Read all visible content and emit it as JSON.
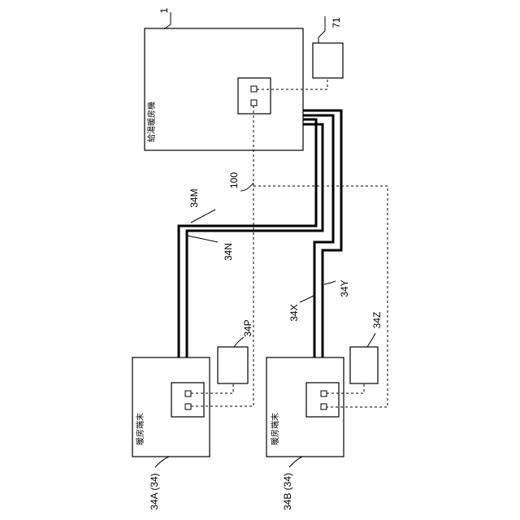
{
  "labels": {
    "unit_ref": "1",
    "unit_name": "給湯暖房機",
    "remote_ref": "71",
    "signal_ref": "100",
    "pipe_34M": "34M",
    "pipe_34N": "34N",
    "pipe_34X": "34X",
    "pipe_34Y": "34Y",
    "remote_34P": "34P",
    "remote_34Z": "34Z",
    "terminal_A_name": "暖房端末",
    "terminal_A_ref": "34A (34)",
    "terminal_B_name": "暖房端末",
    "terminal_B_ref": "34B (34)"
  }
}
